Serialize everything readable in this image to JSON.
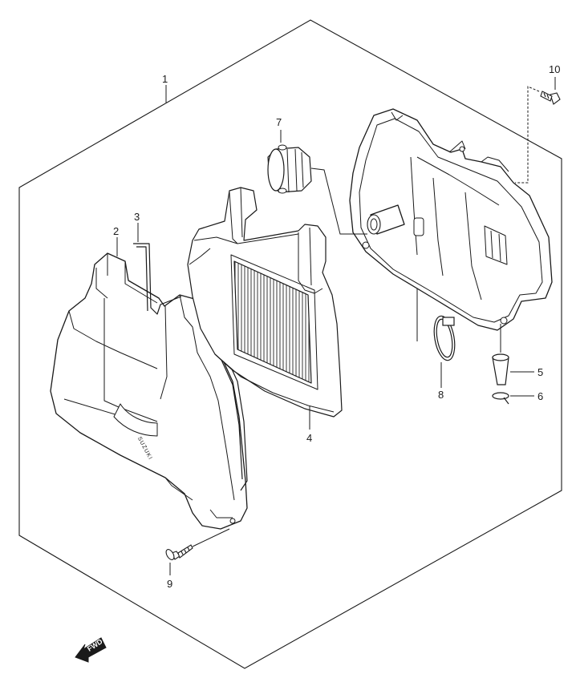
{
  "diagram": {
    "callouts": {
      "c1": "1",
      "c2": "2",
      "c3": "3",
      "c4": "4",
      "c5": "5",
      "c6": "6",
      "c7": "7",
      "c8": "8",
      "c9": "9",
      "c10": "10"
    },
    "brand_mark": "SUZUKI",
    "direction_arrow": "FWD",
    "colors": {
      "line": "#1a1a1a",
      "background": "#ffffff",
      "filter_mesh": "#3a3a3a"
    }
  }
}
